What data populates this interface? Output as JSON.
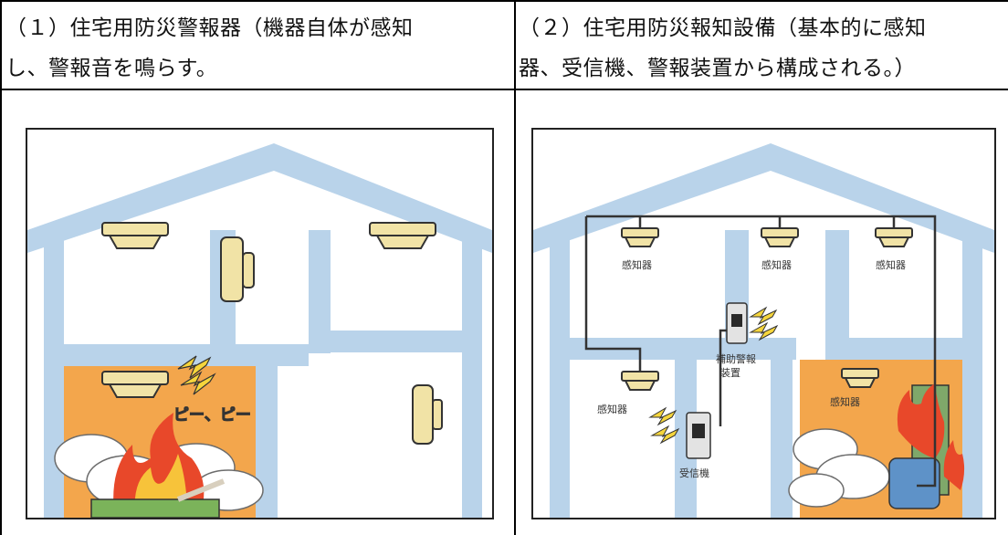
{
  "table": {
    "left": {
      "header_line1": "（１）住宅用防災警報器（機器自体が感知",
      "header_line2": "し、警報音を鳴らす。"
    },
    "right": {
      "header_line1": "（２）住宅用防災報知設備（基本的に感知",
      "header_line2": "器、受信機、警報装置から構成される。）"
    }
  },
  "diagram_left": {
    "sound_label": "ピー、ピー"
  },
  "diagram_right": {
    "sensor_labels": [
      "感知器",
      "感知器",
      "感知器",
      "感知器",
      "感知器"
    ],
    "aux_alarm_line1": "補助警報",
    "aux_alarm_line2": "装置",
    "receiver_label": "受信機"
  },
  "colors": {
    "house": "#b9d3ea",
    "fire_room": "#f3a64c",
    "detector": "#f1e3a6",
    "flash": "#f5d53c",
    "wire": "#333333"
  }
}
